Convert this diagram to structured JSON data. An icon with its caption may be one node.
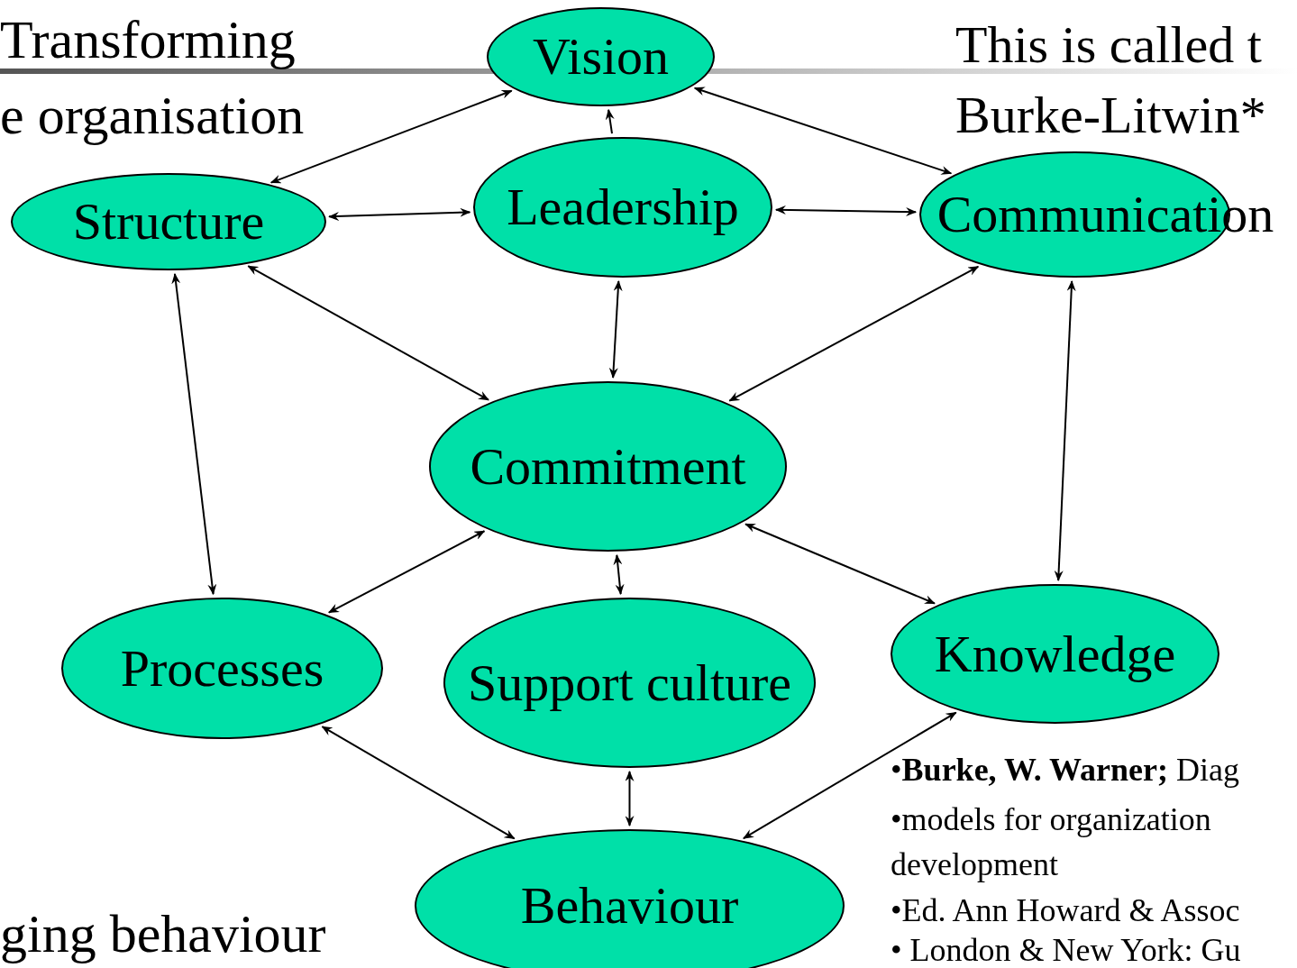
{
  "diagram": {
    "nodes": [
      {
        "text": [
          "Vision"
        ]
      },
      {
        "text": [
          "Structure"
        ]
      },
      {
        "text": [
          "Leadership"
        ]
      },
      {
        "text": [
          "Communication"
        ]
      },
      {
        "text": [
          "Commitment"
        ]
      },
      {
        "text": [
          "Processes"
        ]
      },
      {
        "text": [
          "Support culture"
        ]
      },
      {
        "text": [
          "Knowledge"
        ]
      },
      {
        "text": [
          "Behaviour"
        ]
      }
    ],
    "edges": [
      {
        "from": 0,
        "to": 1,
        "arrow": "both"
      },
      {
        "from": 2,
        "to": 0,
        "arrow": "to"
      },
      {
        "from": 0,
        "to": 3,
        "arrow": "both"
      },
      {
        "from": 1,
        "to": 2,
        "arrow": "both"
      },
      {
        "from": 2,
        "to": 3,
        "arrow": "both"
      },
      {
        "from": 1,
        "to": 4,
        "arrow": "both"
      },
      {
        "from": 2,
        "to": 4,
        "arrow": "both"
      },
      {
        "from": 3,
        "to": 4,
        "arrow": "both"
      },
      {
        "from": 1,
        "to": 5,
        "arrow": "both"
      },
      {
        "from": 3,
        "to": 7,
        "arrow": "both"
      },
      {
        "from": 4,
        "to": 5,
        "arrow": "both"
      },
      {
        "from": 4,
        "to": 6,
        "arrow": "both"
      },
      {
        "from": 4,
        "to": 7,
        "arrow": "both"
      },
      {
        "from": 5,
        "to": 8,
        "arrow": "both"
      },
      {
        "from": 6,
        "to": 8,
        "arrow": "both"
      },
      {
        "from": 7,
        "to": 8,
        "arrow": "both"
      }
    ],
    "labels": [
      "Transforming",
      "e organisation",
      "This is called t",
      "Burke-Litwin*",
      "ging behaviour",
      "•**Burke, W. Warner;** Diag",
      "•models for organization development",
      "•Ed. Ann Howard & Assoc",
      "• London & New York: Gu"
    ]
  }
}
